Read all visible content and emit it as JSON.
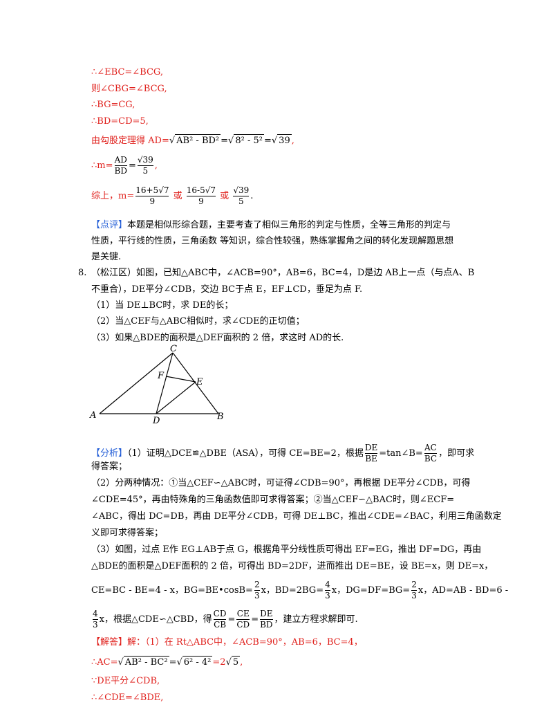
{
  "lines": {
    "l1": "∴∠EBC=∠BCG,",
    "l2": "则∠CBG=∠BCG,",
    "l3": "∴BG=CG,",
    "l4": "∴BD=CD=5,",
    "l5_pre": "由勾股定理得 AD=",
    "l5_r1": "AB² - BD²",
    "l5_eq1": "=",
    "l5_r2": "8² - 5²",
    "l5_eq2": "=",
    "l5_r3": "39",
    "l5_end": ",",
    "l6_pre": "∴m=",
    "l6_num": "AD",
    "l6_den": "BD",
    "l6_eq": "=",
    "l6_num2": "√39",
    "l6_den2": "5",
    "l6_end": ",",
    "l7_pre": "综上，m=",
    "l7_f1_num": "16+5√7",
    "l7_f1_den": "9",
    "l7_or1": "或",
    "l7_f2_num": "16-5√7",
    "l7_f2_den": "9",
    "l7_or2": "或",
    "l7_f3_num": "√39",
    "l7_f3_den": "5",
    "l7_end": "."
  },
  "comment": {
    "tag": "【点评】",
    "text1": "本题是相似形综合题，主要考查了相似三角形的判定与性质，全等三角形的判定与",
    "text2": "性质，平行线的性质，三角函数 等知识，综合性较强，熟练掌握角之间的转化发现解题思想",
    "text3": "是关键."
  },
  "problem": {
    "num": "8.",
    "line1": "（松江区）如图，已知△ABC中，∠ACB=90°，AB=6，BC=4，D是边 AB上一点（与点A、B",
    "line2": "不重合），DE平分∠CDB，交边 BC于点 E，EF⊥CD，垂足为点 F.",
    "q1": "（1）当 DE⊥BC时，求 DE的长；",
    "q2": "（2）当△CEF与△ABC相似时，求∠CDE的正切值；",
    "q3": "（3）如果△BDE的面积是△DEF面积的 2 倍，求这时 AD的长."
  },
  "figure": {
    "labels": {
      "C": "C",
      "F": "F",
      "E": "E",
      "A": "A",
      "D": "D",
      "B": "B"
    }
  },
  "analysis": {
    "tag": "【分析】",
    "a1_pre": "（1）证明△DCE≌△DBE（ASA），可得 CE=BE=2，根据",
    "a1_f1_num": "DE",
    "a1_f1_den": "BE",
    "a1_mid": "=tan∠B=",
    "a1_f2_num": "AC",
    "a1_f2_den": "BC",
    "a1_end": "，即可求",
    "a1_line2": "得答案；",
    "a2_line1": "（2）分两种情况：①当△CEF∽△ABC时，可证得∠CDB=90°，再根据 DE平分∠CDB，可得",
    "a2_line2": "∠CDE=45°，再由特殊角的三角函数值即可求得答案；②当△CEF∽△BAC时，则∠ECF=",
    "a2_line3": "∠ABC，得出 DC=DB，再由 DE平分∠CDB，可得 DE⊥BC，推出∠CDE=∠BAC，利用三角函数定",
    "a2_line4": "义即可求得答案；",
    "a3_line1": "（3）如图，过点 E作 EG⊥AB于点 G，根据角平分线性质可得出 EF=EG，推出 DF=DG，再由",
    "a3_line2": "△BDE的面积是△DEF面积的 2 倍，可得出 BD=2DF，进而推出 DE=BE，设 BE=x，则 DE=x，",
    "a3_l3_p1": "CE=BC - BE=4 - x，BG=BE•cosB=",
    "a3_l3_f1_num": "2",
    "a3_l3_f1_den": "3",
    "a3_l3_p2": "x，BD=2BG=",
    "a3_l3_f2_num": "4",
    "a3_l3_f2_den": "3",
    "a3_l3_p3": "x，DG=DF=BG=",
    "a3_l3_f3_num": "2",
    "a3_l3_f3_den": "3",
    "a3_l3_p4": "x，AD=AB - BD=6 -",
    "a3_l4_f_num": "4",
    "a3_l4_f_den": "3",
    "a3_l4_p1": "x，根据△CDE∽△CBD，得",
    "a3_l4_f2_num": "CD",
    "a3_l4_f2_den": "CB",
    "a3_l4_eq1": "=",
    "a3_l4_f3_num": "CE",
    "a3_l4_f3_den": "CD",
    "a3_l4_eq2": "=",
    "a3_l4_f4_num": "DE",
    "a3_l4_f4_den": "BD",
    "a3_l4_end": "，建立方程求解即可."
  },
  "answer": {
    "tag": "【解答】",
    "line1": "解：（1）在 Rt△ABC中，∠ACB=90°，AB=6，BC=4，",
    "l2_pre": "∴AC=",
    "l2_r1": "AB² - BC²",
    "l2_eq": "=",
    "l2_r2": "6² - 4²",
    "l2_eq2": "=2",
    "l2_r3": "5",
    "l2_end": ",",
    "line3": "∵DE平分∠CDB,",
    "line4": "∴∠CDE=∠BDE,"
  }
}
